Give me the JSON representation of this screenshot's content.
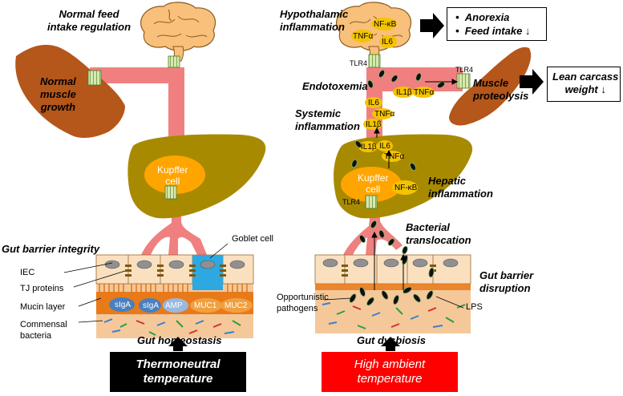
{
  "left_panel": {
    "brain_label": "Normal feed\nintake regulation",
    "muscle_label": "Normal\nmuscle\ngrowth",
    "kupffer": "Kupffer\ncell",
    "gut_integrity": "Gut barrier integrity",
    "goblet": "Goblet cell",
    "legend": [
      "IEC",
      "TJ proteins",
      "Mucin layer",
      "Commensal\nbacteria"
    ],
    "markers": [
      "sIgA",
      "sIgA",
      "AMP",
      "MUC1",
      "MUC2"
    ],
    "gut_state": "Gut homeostasis",
    "condition": "Thermoneutral\ntemperature"
  },
  "right_panel": {
    "hypothalamic": "Hypothalamic\ninflammation",
    "brain_nfkb": "NF-κB",
    "brain_tnfa": "TNFα",
    "brain_il6": "IL6",
    "outcomes": [
      "Anorexia",
      "Feed intake ↓"
    ],
    "tlr4_brain": "TLR4",
    "tlr4_muscle": "TLR4",
    "tlr4_liver": "TLR4",
    "endotoxemia": "Endotoxemia",
    "vessel_il1b": "IL1β",
    "vessel_tnfa": "TNFα",
    "muscle_label": "Muscle\nproteolysis",
    "lean_carcass": "Lean carcass\nweight ↓",
    "systemic": "Systemic\ninflammation",
    "cytokines_up": [
      "IL6",
      "TNFα",
      "IL1β"
    ],
    "cytokines_liver": [
      "IL1β",
      "IL6",
      "TNFα"
    ],
    "kupffer": "Kupffer\ncell",
    "kupffer_nfkb": "NF-κB",
    "hepatic": "Hepatic\ninflammation",
    "bacterial": "Bacterial\ntranslocation",
    "disruption": "Gut barrier\ndisruption",
    "opportunistic": "Opportunistic\npathogens",
    "lps": "LPS",
    "gut_state": "Gut dysbiosis",
    "condition": "High ambient\ntemperature"
  },
  "colors": {
    "brain": "#f8c07a",
    "muscle": "#b5561a",
    "liver": "#a88a00",
    "vessel": "#f08080",
    "kupffer": "#ffa500",
    "cytokine": "#f5c400",
    "gut_tissue": "#f5c89a",
    "mucus": "#e87a1a",
    "goblet": "#2ea8e0",
    "siga": "#4a7fc0",
    "amp": "#7fa8d8"
  }
}
